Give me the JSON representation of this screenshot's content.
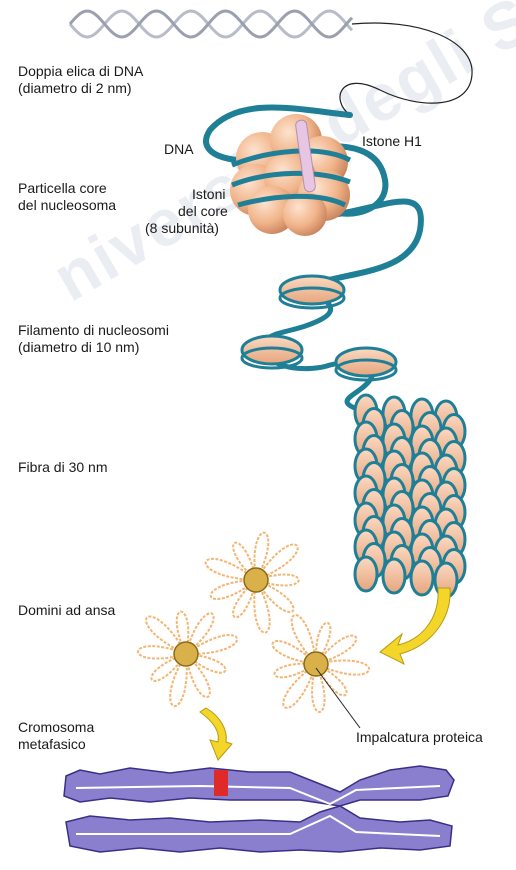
{
  "labels": {
    "dna_helix": "Doppia elica di DNA",
    "dna_helix_sub": "(diametro di 2 nm)",
    "dna": "DNA",
    "histone_h1": "Istone H1",
    "nucleosome_core": "Particella core",
    "nucleosome_core_sub": "del nucleosoma",
    "core_histones_1": "Istoni",
    "core_histones_2": "del core",
    "core_histones_3": "(8 subunità)",
    "nucleosome_filament": "Filamento di nucleosomi",
    "nucleosome_filament_sub": "(diametro di 10 nm)",
    "fiber_30nm": "Fibra di 30 nm",
    "loop_domains": "Domini ad ansa",
    "metaphase_chromosome": "Cromosoma",
    "metaphase_chromosome_sub": "metafasico",
    "protein_scaffold": "Impalcatura proteica"
  },
  "watermark": "niversità degli Studi d",
  "colors": {
    "dna_strand": "#1f7f96",
    "histone": "#f1b48a",
    "histone_h1": "#e7c6e3",
    "loop": "#f2b674",
    "scaffold": "#d9b04a",
    "chromosome": "#8a7fcf",
    "centromere_mark": "#e02a2a",
    "arrow": "#f4d62a"
  }
}
